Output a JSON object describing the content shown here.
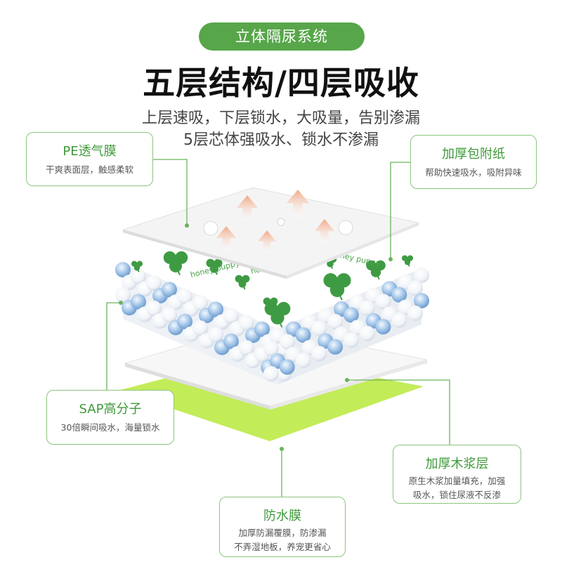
{
  "header": {
    "pill": "立体隔尿系统",
    "title": "五层结构/四层吸收",
    "subtitle_1": "上层速吸，下层锁水，大吸量，告别渗漏",
    "subtitle_2": "5层芯体强吸水、锁水不渗漏"
  },
  "pattern_text": "honey puppy",
  "callouts": {
    "pe": {
      "title": "PE透气膜",
      "desc": "干爽表面层，触感柔软"
    },
    "top": {
      "title": "加厚包附纸",
      "desc": "帮助快速吸水，吸附异味"
    },
    "sap": {
      "title": "SAP高分子",
      "desc": "30倍瞬间吸水，海量锁水"
    },
    "pulp": {
      "title": "加厚木浆层",
      "desc_1": "原生木浆加量填充，加强",
      "desc_2": "吸水，锁住尿液不反渗"
    },
    "wp": {
      "title": "防水膜",
      "desc_1": "加厚防漏覆膜，防渗漏",
      "desc_2": "不弄湿地板，养宠更省心"
    }
  },
  "colors": {
    "accent": "#57a64a",
    "line": "#6bb35c",
    "waterproof": "#c3ec59",
    "clover": "#3e9b43"
  }
}
